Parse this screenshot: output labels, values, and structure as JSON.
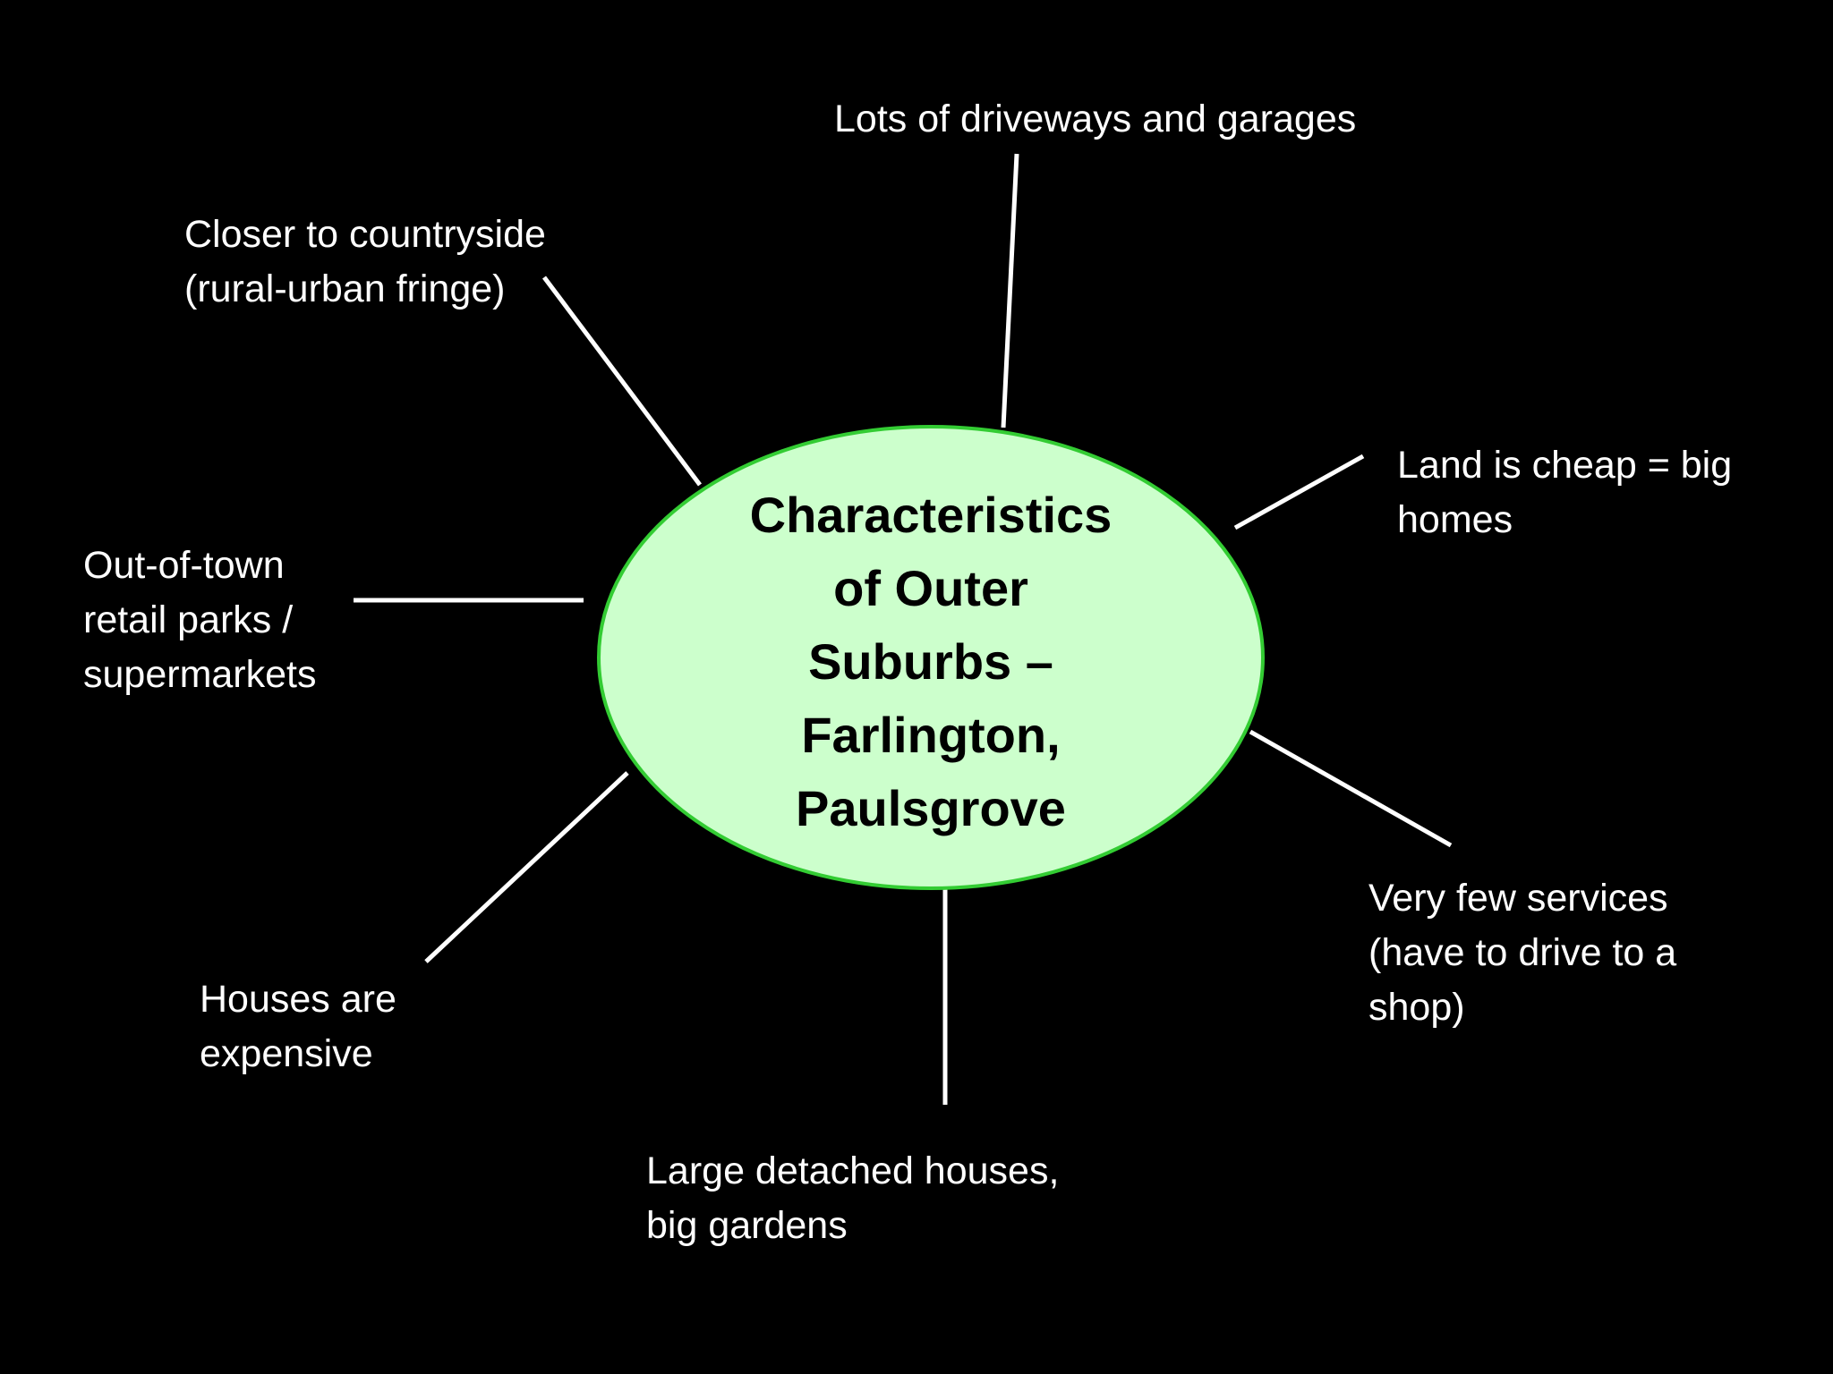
{
  "colors": {
    "background": "#000000",
    "ellipse_fill": "#ccffcc",
    "ellipse_stroke": "#33cc33",
    "line": "#ffffff",
    "text": "#ffffff",
    "center_text": "#000000"
  },
  "center": {
    "lines": [
      "Characteristics",
      "of Outer",
      "Suburbs –",
      "Farlington,",
      "Paulsgrove"
    ]
  },
  "branches": [
    {
      "id": "driveways",
      "lines": [
        "Lots of driveways and garages"
      ]
    },
    {
      "id": "countryside",
      "lines": [
        "Closer to countryside",
        "(rural-urban fringe)"
      ]
    },
    {
      "id": "land",
      "lines": [
        "Land is cheap = big",
        "homes"
      ]
    },
    {
      "id": "retail",
      "lines": [
        "Out-of-town",
        "retail parks /",
        "supermarkets"
      ]
    },
    {
      "id": "services",
      "lines": [
        "Very few services",
        "(have to drive to a",
        "shop)"
      ]
    },
    {
      "id": "expensive",
      "lines": [
        "Houses are",
        "expensive"
      ]
    },
    {
      "id": "detached",
      "lines": [
        "Large detached houses,",
        "big gardens"
      ]
    }
  ]
}
